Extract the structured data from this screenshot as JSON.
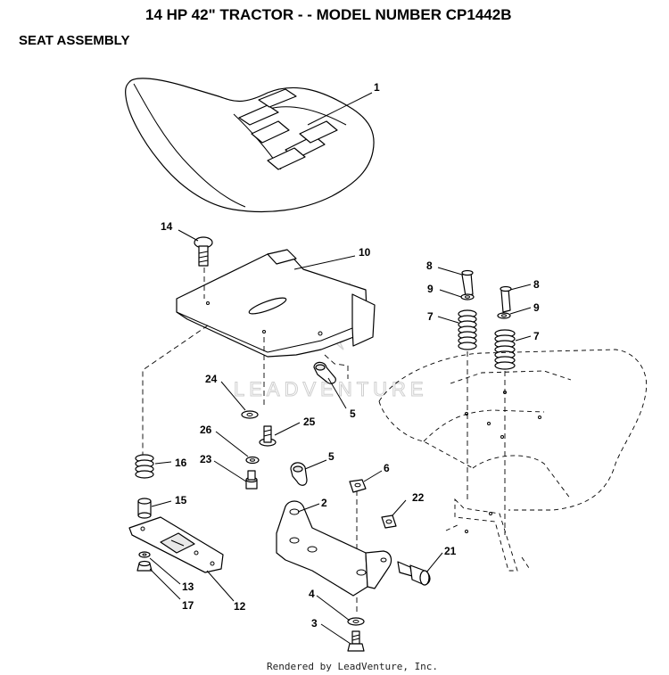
{
  "header": {
    "title": "14 HP 42\" TRACTOR - - MODEL NUMBER CP1442B",
    "section": "SEAT ASSEMBLY"
  },
  "watermark": "LEADVENTURE",
  "footer": "Rendered by LeadVenture, Inc.",
  "callouts": {
    "seat": "1",
    "bracket_pan": "10",
    "carriage_bolt": "14",
    "bolt_8_left": "8",
    "bolt_8_right": "8",
    "washer_9_left": "9",
    "washer_9_right": "9",
    "spring_7_left": "7",
    "spring_7_right": "7",
    "washer_24": "24",
    "clip_5_upper": "5",
    "clip_5_lower": "5",
    "bolt_25": "25",
    "washer_26": "26",
    "bolt_23": "23",
    "spring_16": "16",
    "spacer_15": "15",
    "nut_6": "6",
    "bracket_2": "2",
    "nut_22": "22",
    "shoulder_bolt_21": "21",
    "plate_12": "12",
    "washer_13": "13",
    "nut_17": "17",
    "washer_4": "4",
    "bolt_3": "3"
  }
}
